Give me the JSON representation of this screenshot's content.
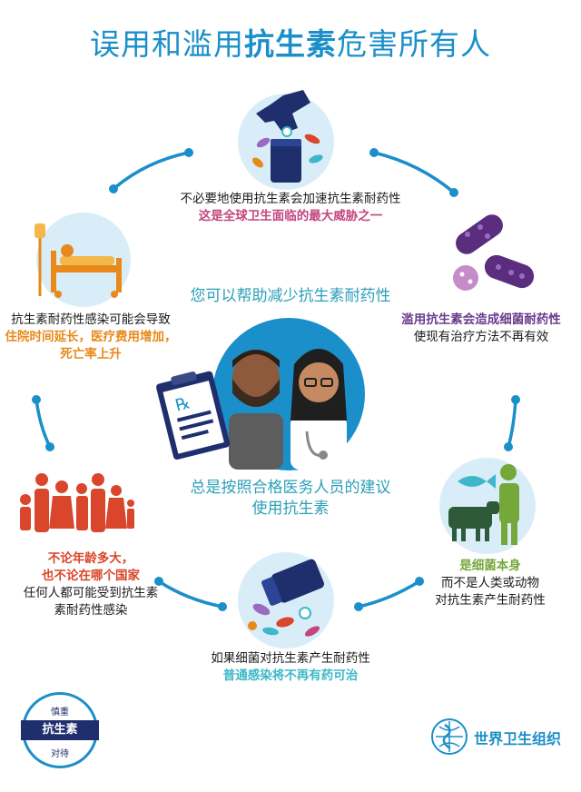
{
  "title": {
    "part1": "误用和滥用",
    "part2": "抗生素",
    "part3": "危害所有人"
  },
  "top": {
    "line1": "不必要地使用抗生素会加速抗生素耐药性",
    "line2": "这是全球卫生面临的最大威胁之一"
  },
  "right_top": {
    "line1": "滥用抗生素会造成细菌耐药性",
    "line2": "使现有治疗方法不再有效"
  },
  "left_top": {
    "line1": "抗生素耐药性感染可能会导致",
    "line2": "住院时间延长，医疗费用增加，",
    "line3": "死亡率上升"
  },
  "center": {
    "top": "您可以帮助减少抗生素耐药性",
    "bottom1": "总是按照合格医务人员的建议",
    "bottom2": "使用抗生素"
  },
  "left_bottom": {
    "line1": "不论年龄多大，",
    "line2": "也不论在哪个国家",
    "line3": "任何人都可能受到抗生素",
    "line4": "素耐药性感染"
  },
  "right_bottom": {
    "line1": "是细菌本身",
    "line2": "而不是人类或动物",
    "line3": "对抗生素产生耐药性"
  },
  "bottom": {
    "line1": "如果细菌对抗生素产生耐药性",
    "line2": "普通感染将不再有药可治"
  },
  "badge": {
    "top": "慎重",
    "middle": "抗生素",
    "bottom": "对待"
  },
  "who": {
    "name": "世界卫生组织"
  },
  "colors": {
    "blue": "#1b8fc9",
    "light_blue": "#d9edf8",
    "pink": "#c2477e",
    "purple": "#6a3c8c",
    "orange": "#e8891a",
    "red": "#d9462b",
    "green": "#74a83a",
    "cyan": "#3db7c9"
  }
}
